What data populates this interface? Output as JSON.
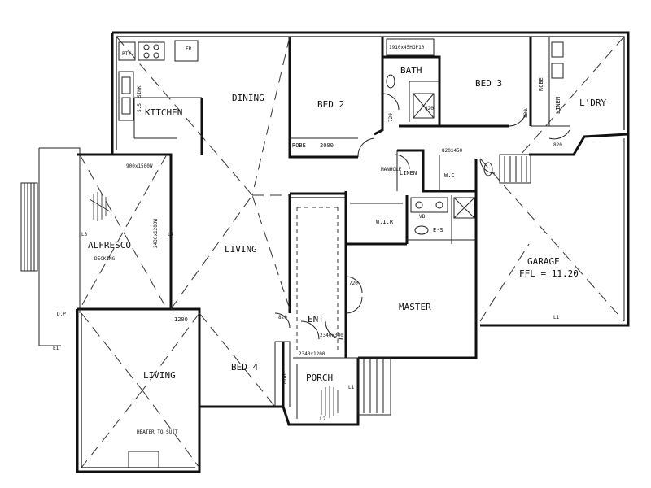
{
  "rooms": {
    "kitchen": "KITCHEN",
    "dining": "DINING",
    "bed2": "BED 2",
    "bath": "BATH",
    "bed3": "BED 3",
    "robe_bed3": "ROBE",
    "linen_bed3": "LINEN",
    "ldry": "L'DRY",
    "robe_bed2": "ROBE",
    "robe_bed2_size": "2000",
    "manhole": "MANHOLE",
    "linen_hall": "LINEN",
    "wc": "W.C",
    "alfresco": "ALFRESCO",
    "decking": "DECKING",
    "living_main": "LIVING",
    "wir": "W.I.R",
    "es": "E-S",
    "garage": "GARAGE",
    "garage_ffl": "FFL = 11.20",
    "master": "MASTER",
    "ent": "ENT",
    "living_lower": "LIVING",
    "bed4": "BED 4",
    "robe_bed4": "ROBE",
    "porch": "PORCH",
    "heater": "HEATER TO SUIT"
  },
  "annotations": {
    "pty": "PTY",
    "fr": "FR",
    "sink": "S.S. SINK",
    "bath_size": "1910x45HGP10",
    "d720_bed2": "720",
    "d820_bath": "820",
    "d820_bed3": "820",
    "d820_ldry": "820",
    "wc_top": "820x450",
    "alfresco_beam": "900x1500W",
    "alfresco_side": "2430x1200W",
    "l3": "L3",
    "l4": "L4",
    "dp": "D.P",
    "e1": "E1",
    "d1200": "1200",
    "d820_bed4": "820",
    "d720_master": "720",
    "ent_size_a": "2340x300",
    "ent_size_b": "2340x1200",
    "l1_porch": "L1",
    "l2_porch": "L2",
    "l1_garage": "L1",
    "vb": "VB"
  }
}
